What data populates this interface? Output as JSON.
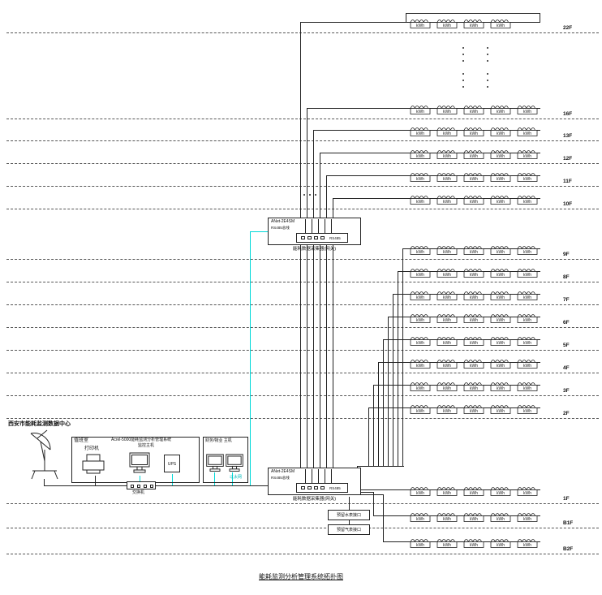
{
  "title": "能耗监测分析管理系统拓扑图",
  "data_center": {
    "label": "西安市能耗监测数据中心"
  },
  "duty_room": {
    "label": "值班室",
    "printer": "打印机",
    "host_line1": "Acrel-5000能耗监测分析管理系统",
    "host_line2": "监控主机",
    "ups": "UPS"
  },
  "finance": {
    "label": "财务/物业 主机"
  },
  "network": {
    "switch": "交换机",
    "ethernet": "以太网"
  },
  "gateway": {
    "model": "ANet-2E4SM",
    "bus": "RS485总线",
    "device": "RS485",
    "caption": "能耗数据采集器(网关)"
  },
  "reserved": [
    {
      "label": "预留水表接口"
    },
    {
      "label": "预留气表接口"
    }
  ],
  "meter": {
    "label": "kWh"
  },
  "floors": [
    {
      "label": "22F",
      "meters": 4
    },
    {
      "label": "16F",
      "meters": 5
    },
    {
      "label": "13F",
      "meters": 5
    },
    {
      "label": "12F",
      "meters": 5
    },
    {
      "label": "11F",
      "meters": 5
    },
    {
      "label": "10F",
      "meters": 5
    },
    {
      "label": "9F",
      "meters": 5
    },
    {
      "label": "8F",
      "meters": 5
    },
    {
      "label": "7F",
      "meters": 5
    },
    {
      "label": "6F",
      "meters": 5
    },
    {
      "label": "5F",
      "meters": 5
    },
    {
      "label": "4F",
      "meters": 5
    },
    {
      "label": "3F",
      "meters": 5
    },
    {
      "label": "2F",
      "meters": 5
    },
    {
      "label": "1F",
      "meters": 5
    },
    {
      "label": "B1F",
      "meters": 5
    },
    {
      "label": "B2F",
      "meters": 5
    }
  ],
  "colors": {
    "wire": "#222222",
    "ethernet": "#00d8d8"
  }
}
